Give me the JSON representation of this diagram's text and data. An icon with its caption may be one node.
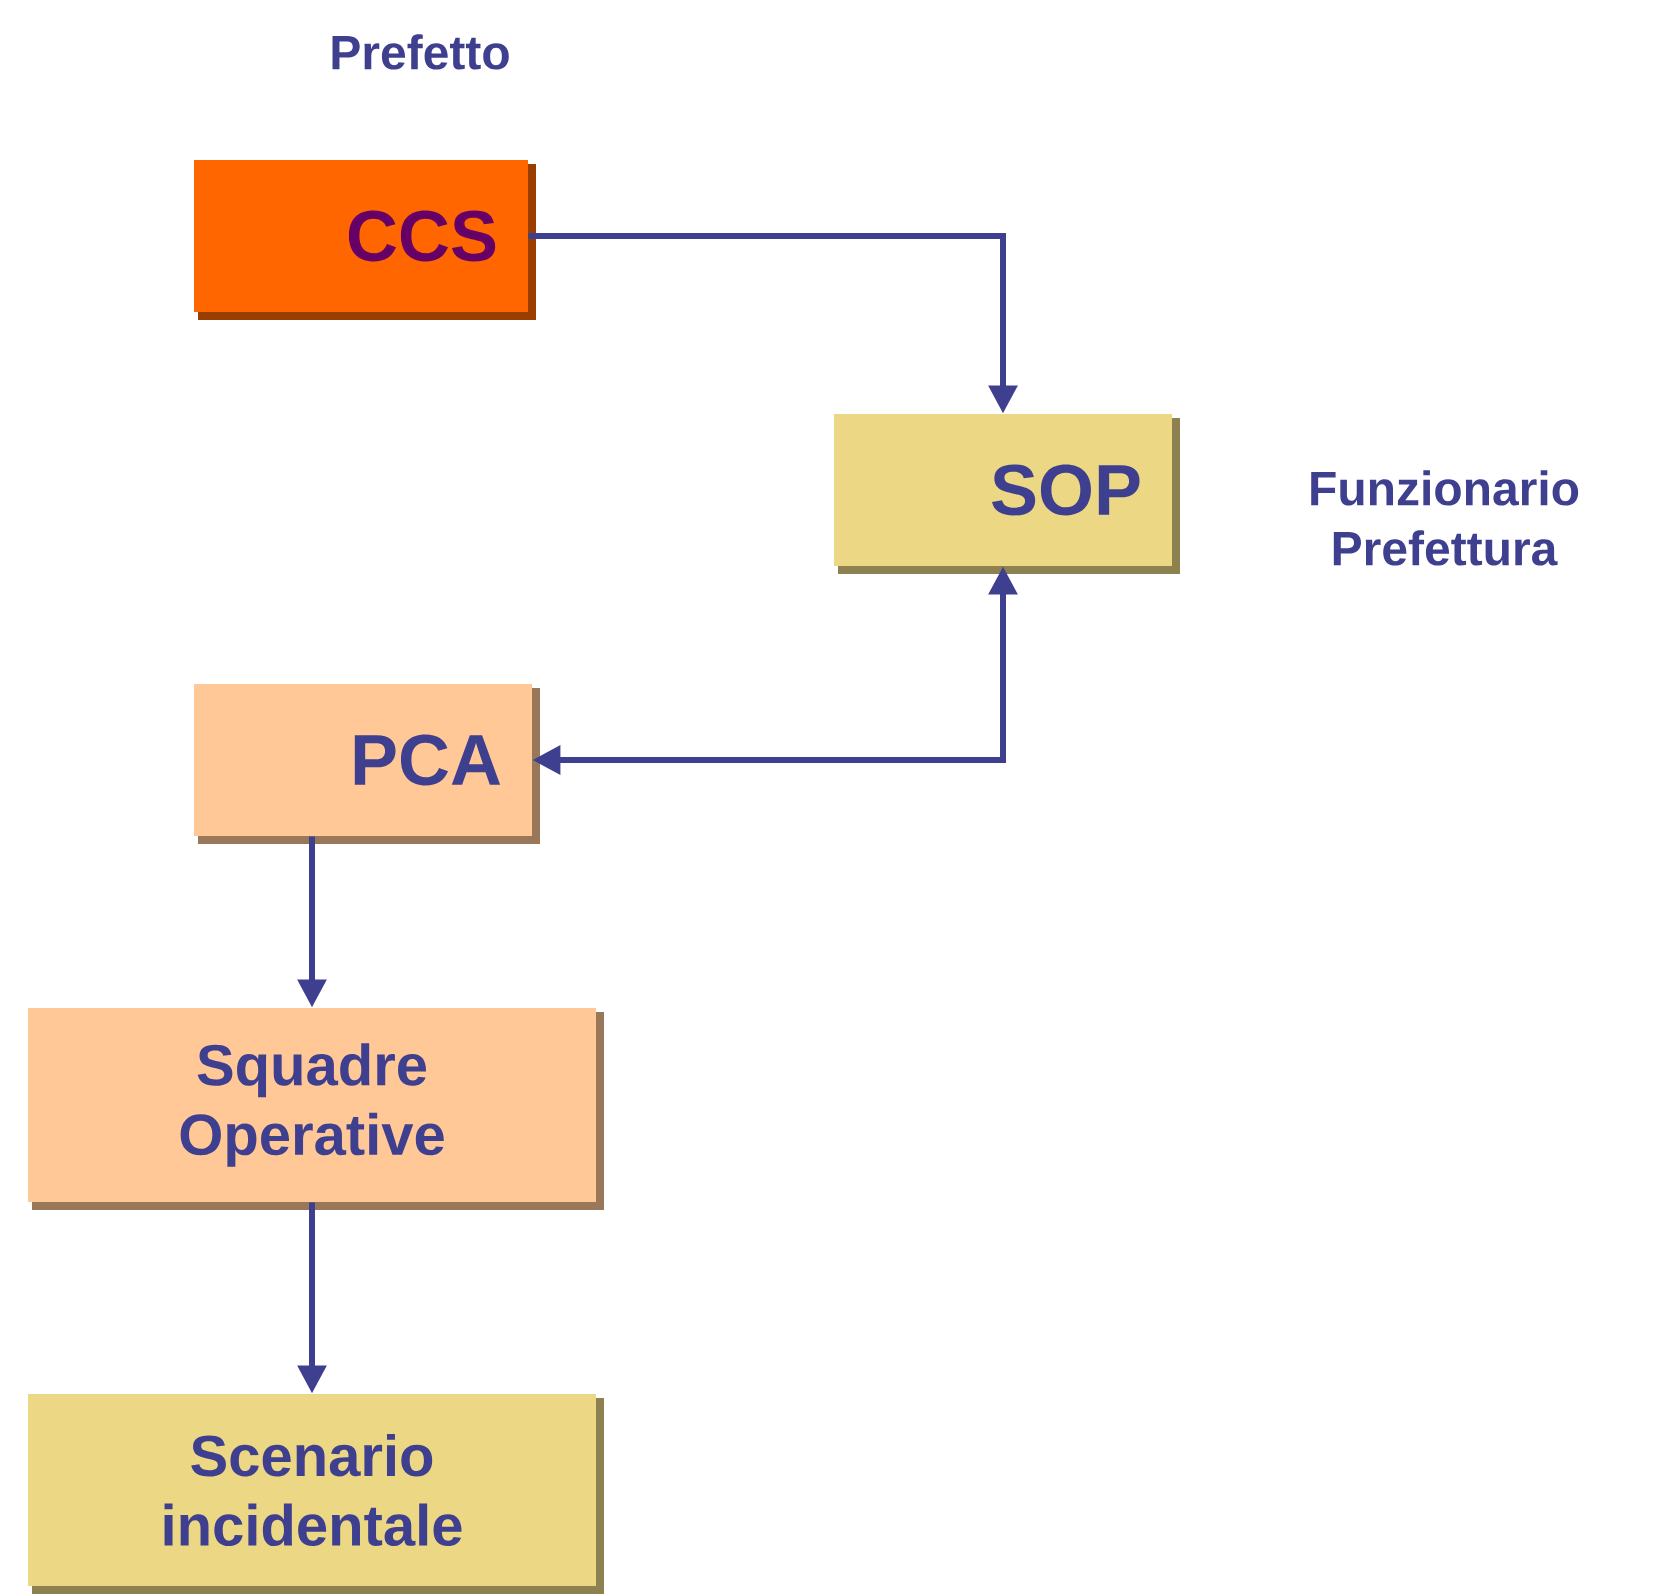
{
  "diagram": {
    "nodes": [
      {
        "text": [
          "CCS"
        ],
        "beside": [
          "Prefetto"
        ]
      },
      {
        "text": [
          "SOP"
        ],
        "beside": [
          "Funzionario Prefettura"
        ]
      },
      {
        "text": [
          "PCA"
        ]
      },
      {
        "text": [
          "Squadre Operative"
        ]
      },
      {
        "text": [
          "Scenario incidentale"
        ]
      }
    ],
    "edges": [
      {
        "from": 0,
        "to": 1,
        "arrow": "to"
      },
      {
        "from": 2,
        "to": 1,
        "arrow": "both"
      },
      {
        "from": 2,
        "to": 3,
        "arrow": "to"
      },
      {
        "from": 3,
        "to": 4,
        "arrow": "to"
      }
    ]
  }
}
